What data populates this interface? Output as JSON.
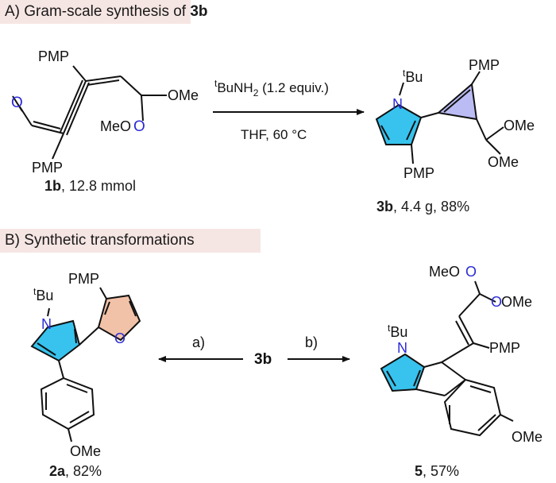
{
  "section_a": {
    "label": "A) Gram-scale synthesis of ",
    "compound": "3b"
  },
  "section_b": {
    "label": "B) Synthetic transformations"
  },
  "reaction_a": {
    "reagent_super": "t",
    "reagent_main": "BuNH",
    "reagent_sub": "2",
    "reagent_tail": " (1.2 equiv.)",
    "conditions": "THF, 60 °C"
  },
  "reaction_b": {
    "center_compound": "3b",
    "arrow_left_label": "a)",
    "arrow_right_label": "b)"
  },
  "labels": {
    "pmp": "PMP",
    "ome": "OMe",
    "meo": "MeO",
    "tbu_super": "t",
    "tbu_main": "Bu",
    "n": "N",
    "o": "O"
  },
  "captions": {
    "c1b_bold": "1b",
    "c1b_rest": ", 12.8 mmol",
    "c3b_bold": "3b",
    "c3b_rest": ",  4.4 g, 88%",
    "c2a_bold": "2a",
    "c2a_rest": ", 82%",
    "c5_bold": "5",
    "c5_rest": ", 57%"
  },
  "colors": {
    "pyrrole_fill": "#37c3ee",
    "furan_fill": "#f2c2a8",
    "heteroatom": "#2b2bd6",
    "bond": "#111111",
    "header_bg": "#f6e6e3"
  }
}
